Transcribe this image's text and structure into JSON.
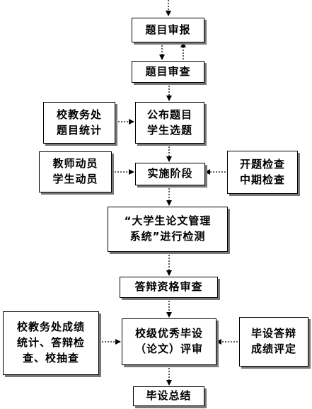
{
  "nodes": {
    "topic_report": "题目审报",
    "topic_review": "题目审查",
    "publish_select": "公布题目\n学生选题",
    "school_stats": "校教务处\n题目统计",
    "mobilize": "教师动员\n学生动员",
    "implement": "实施阶段",
    "checks": "开题检查\n中期检查",
    "thesis_system": "“大学生论文管理\n系统”进行检测",
    "defense_qual": "答辩资格审查",
    "excellent": "校级优秀毕设\n（论文）评审",
    "school_grade": "校教务处成绩\n统计、答辩检\n查、校抽查",
    "defense_grade": "毕设答辩\n成绩评定",
    "summary": "毕设总结"
  }
}
